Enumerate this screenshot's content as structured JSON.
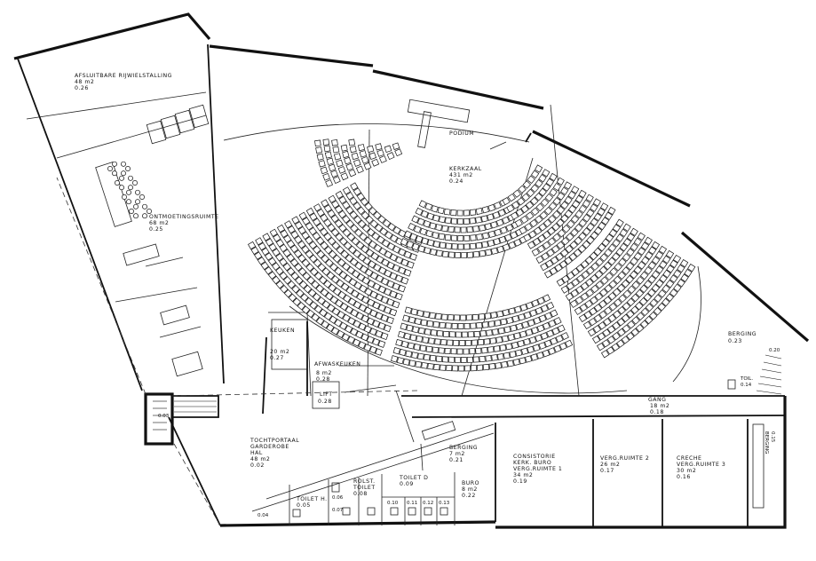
{
  "rooms": [
    {
      "id": "afsluitbare-rijwielstalling",
      "lines": [
        "AFSLUITBARE RIJWIELSTALLING",
        "48 m2",
        "0.26"
      ]
    },
    {
      "id": "ontmoetingsruimte",
      "lines": [
        "ONTMOETINGSRUIMTE",
        "68 m2",
        "0.25"
      ]
    },
    {
      "id": "podium",
      "lines": [
        "PODIUM"
      ]
    },
    {
      "id": "kerkzaal",
      "lines": [
        "KERKZAAL",
        "431 m2",
        "0.24"
      ]
    },
    {
      "id": "keuken",
      "lines": [
        "KEUKEN",
        "20 m2",
        "0.27"
      ]
    },
    {
      "id": "afwasruimte",
      "lines": [
        "AFWASKEUKEN",
        "8 m2",
        "0.28"
      ]
    },
    {
      "id": "lift",
      "lines": [
        "LIFT",
        "0.28"
      ]
    },
    {
      "id": "berging-right",
      "lines": [
        "BERGING",
        "0.23"
      ]
    },
    {
      "id": "gang",
      "lines": [
        "GANG",
        "18 m2",
        "0.18"
      ]
    },
    {
      "id": "tochtportaal",
      "lines": [
        "TOCHTPORTAAL",
        "GARDEROBE",
        "HAL",
        "48 m2",
        "0.02"
      ]
    },
    {
      "id": "berging-mid",
      "lines": [
        "BERGING",
        "7 m2",
        "0.21"
      ]
    },
    {
      "id": "consistorie",
      "lines": [
        "CONSISTORIE",
        "KERK. BURO",
        "VERG.RUIMTE 1",
        "34 m2",
        "0.19"
      ]
    },
    {
      "id": "vergruimte2",
      "lines": [
        "VERG.RUIMTE 2",
        "26 m2",
        "0.17"
      ]
    },
    {
      "id": "creche",
      "lines": [
        "CRECHE",
        "VERG.RUIMTE 3",
        "30 m2",
        "0.16"
      ]
    },
    {
      "id": "toilet-d",
      "lines": [
        "TOILET D",
        "0.09"
      ]
    },
    {
      "id": "buro",
      "lines": [
        "BURO",
        "8 m2",
        "0.22"
      ]
    },
    {
      "id": "rolst-toilet",
      "lines": [
        "ROLST.",
        "TOILET",
        "0.08"
      ]
    },
    {
      "id": "toilet-h",
      "lines": [
        "TOILET H.",
        "0.05"
      ]
    },
    {
      "id": "room-007",
      "lines": [
        "0.07"
      ]
    },
    {
      "id": "room-006",
      "lines": [
        "0.06"
      ]
    },
    {
      "id": "room-004",
      "lines": [
        "0.04"
      ]
    },
    {
      "id": "room-003",
      "lines": [
        "0.03"
      ]
    },
    {
      "id": "room-010",
      "lines": [
        "0.10"
      ]
    },
    {
      "id": "room-011",
      "lines": [
        "0.11"
      ]
    },
    {
      "id": "room-012",
      "lines": [
        "0.12"
      ]
    },
    {
      "id": "room-013",
      "lines": [
        "0.13"
      ]
    },
    {
      "id": "toil",
      "lines": [
        "TOIL.",
        "0.14"
      ]
    },
    {
      "id": "room-020",
      "lines": [
        "0.20"
      ]
    },
    {
      "id": "berging-side",
      "lines": [
        "BERGING",
        "0.15"
      ]
    }
  ]
}
